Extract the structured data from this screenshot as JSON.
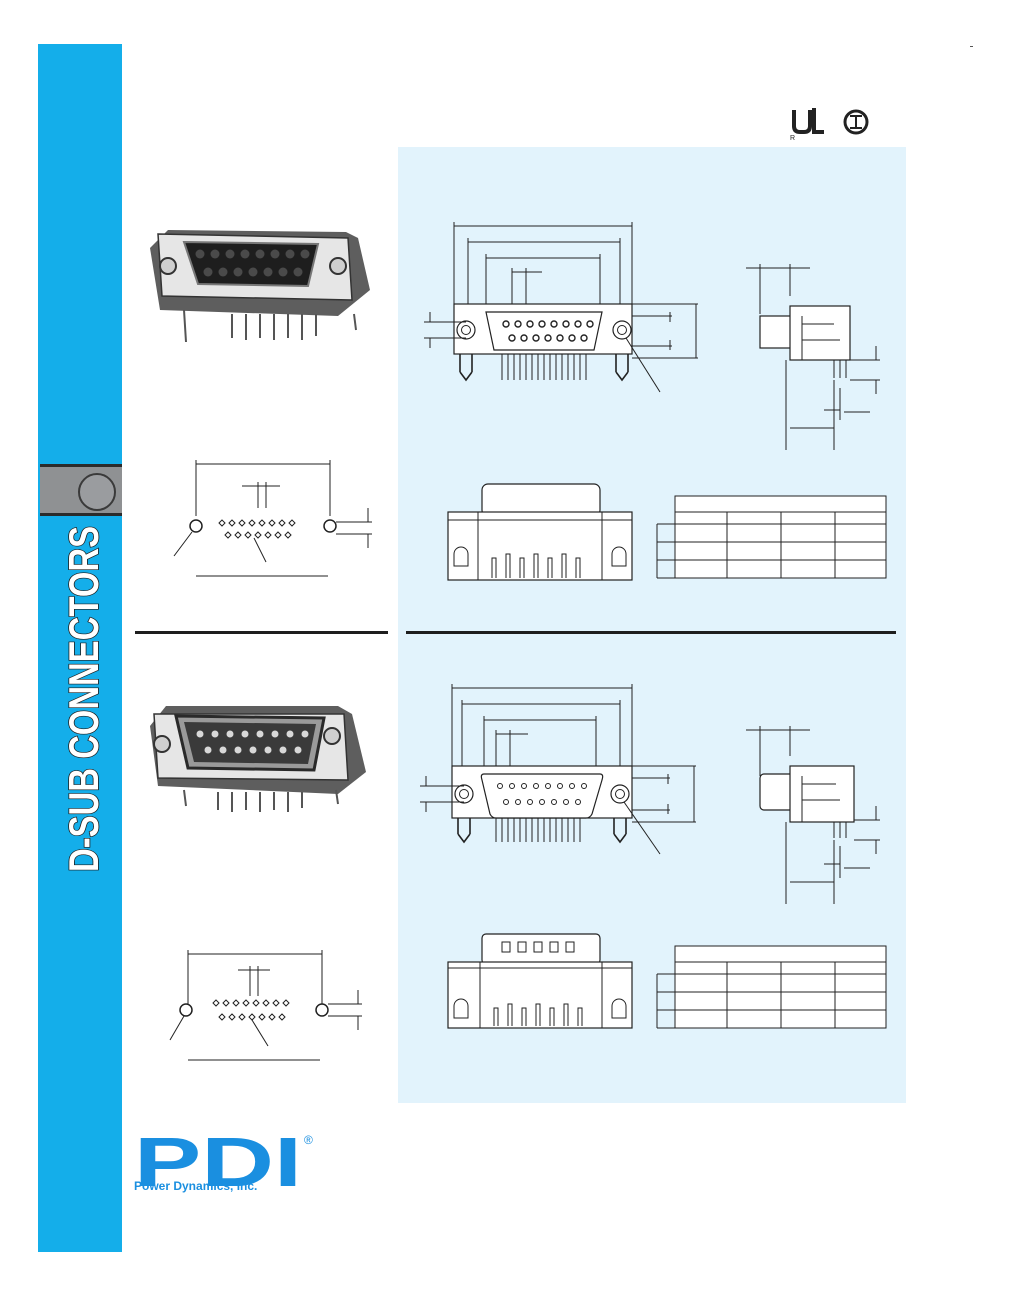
{
  "sidebar": {
    "title": "D-SUB CONNECTORS",
    "color": "#14aeea"
  },
  "logo": {
    "brand": "PDI",
    "registered": "®",
    "company": "Power Dynamics, Inc.",
    "color": "#1a8fe0"
  },
  "certifications": {
    "ul": "UL recognized mark",
    "csa": "CSA mark",
    "ul_prefix": "R"
  },
  "colors": {
    "panel": "#e2f3fc",
    "accent": "#14aeea",
    "tab": "#8f9193"
  },
  "sections": [
    {
      "id": "female",
      "connector": "DB15 female right-angle PCB mount",
      "pin_rows": [
        8,
        7
      ]
    },
    {
      "id": "male",
      "connector": "DB15 male right-angle PCB mount",
      "pin_rows": [
        8,
        7
      ]
    }
  ]
}
